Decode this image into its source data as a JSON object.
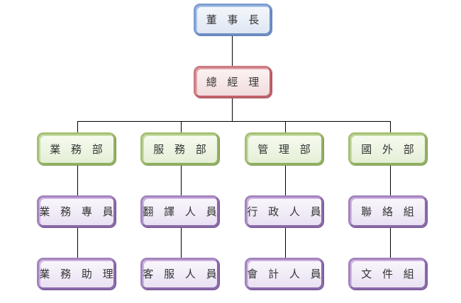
{
  "chart": {
    "chairman": "董 事 長",
    "general_manager": "總 經 理",
    "departments": [
      {
        "name": "業 務 部",
        "staff": [
          "業 務 專 員",
          "業 務 助 理"
        ]
      },
      {
        "name": "服 務 部",
        "staff": [
          "翻 譯 人 員",
          "客 服 人 員"
        ]
      },
      {
        "name": "管 理 部",
        "staff": [
          "行 政 人 員",
          "會 計 人 員"
        ]
      },
      {
        "name": "國 外 部",
        "staff": [
          "聯 絡 組",
          "文 件 組"
        ]
      }
    ],
    "colors": {
      "chairman": "#6d8fc4",
      "general_manager": "#c0626a",
      "department": "#94b063",
      "staff": "#8a6aa8",
      "connector": "#000000"
    }
  }
}
